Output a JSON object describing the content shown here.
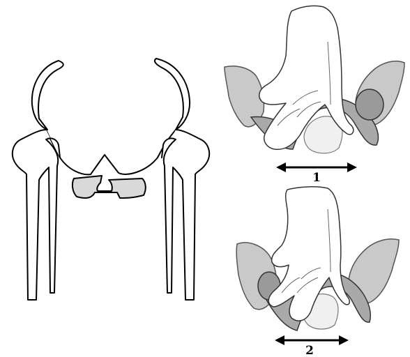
{
  "figure": {
    "panels": [
      {
        "id": "pelvis-outline"
      },
      {
        "id": "hand-on-pelvis-top"
      },
      {
        "id": "hand-on-pelvis-bottom"
      }
    ],
    "labels": {
      "measure_1": "1",
      "measure_2": "2"
    },
    "colors": {
      "outline": "#000000",
      "sacrum_fill": "#d9d9d9",
      "bone_fill": "#c9c9c9",
      "bone_dark": "#8a8a8a",
      "hand_fill": "#ffffff"
    }
  }
}
